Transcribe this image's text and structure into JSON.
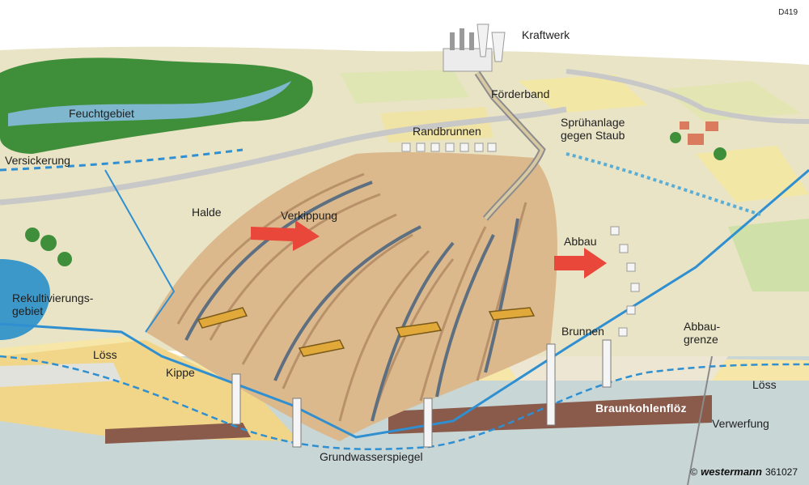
{
  "diagram_code": "D419",
  "labels": {
    "kraftwerk": "Kraftwerk",
    "foerderband": "Förderband",
    "feuchtgebiet": "Feuchtgebiet",
    "randbrunnen": "Randbrunnen",
    "spruehanlage_1": "Sprühanlage",
    "spruehanlage_2": "gegen Staub",
    "versickerung": "Versickerung",
    "halde": "Halde",
    "verkippung": "Verkippung",
    "abbau": "Abbau",
    "rekultivierung_1": "Rekultivierungs-",
    "rekultivierung_2": "gebiet",
    "loess_left": "Löss",
    "kippe": "Kippe",
    "brunnen": "Brunnen",
    "abbaugrenze_1": "Abbau-",
    "abbaugrenze_2": "grenze",
    "loess_right": "Löss",
    "braunkohlefloez": "Braunkohlenflöz",
    "verwerfung": "Verwerfung",
    "grundwasserspiegel": "Grundwasserspiegel"
  },
  "credit": {
    "symbol": "©",
    "publisher": "westermann",
    "number": "361027"
  },
  "colors": {
    "sky": "#ffffff",
    "fields": "#e7e3c4",
    "forest": "#3f8f3a",
    "water": "#3c98c9",
    "pit": "#dbb98c",
    "pit_dark": "#b89069",
    "loess": "#f6e7a8",
    "kippe": "#f1d68a",
    "bedrock": "#c9d6d6",
    "coal_seam": "#8a5a4a",
    "arrow": "#e8473a",
    "groundwater_line": "#2f8fd0"
  }
}
